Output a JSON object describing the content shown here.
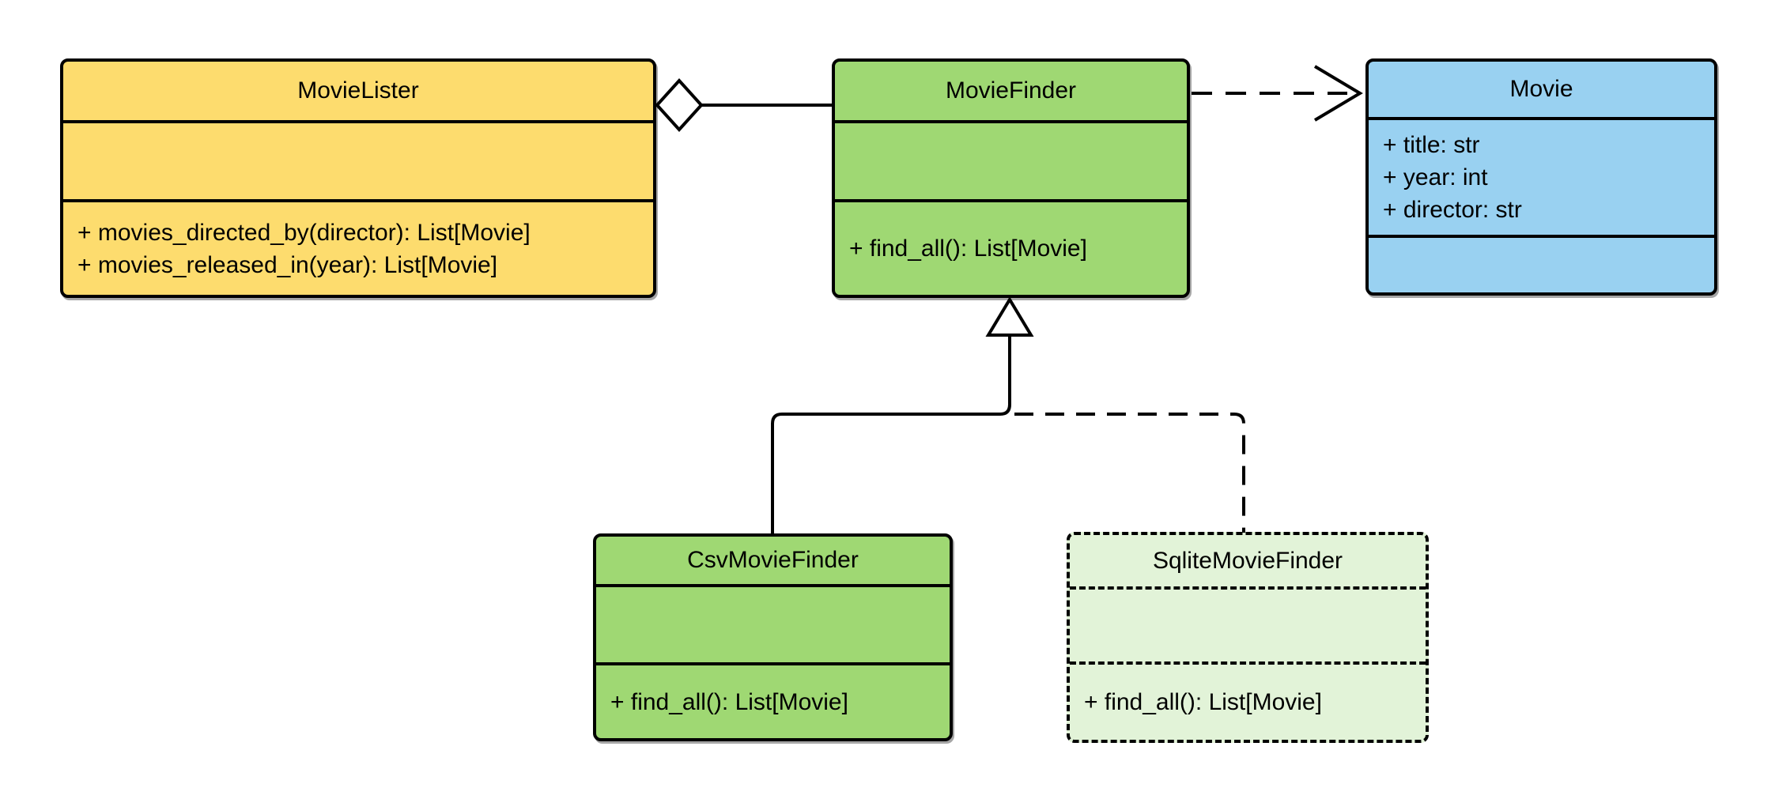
{
  "diagram": {
    "kind": "uml-class-diagram",
    "background_color": "#FFFFFF",
    "stroke_color": "#000000"
  },
  "classes": {
    "movie_lister": {
      "name": "MovieLister",
      "fill": "#FDDC6E",
      "border_style": "solid",
      "attributes": [],
      "methods": [
        "+ movies_directed_by(director): List[Movie]",
        "+ movies_released_in(year): List[Movie]"
      ]
    },
    "movie_finder": {
      "name": "MovieFinder",
      "fill": "#9FD873",
      "border_style": "solid",
      "attributes": [],
      "methods": [
        "+ find_all(): List[Movie]"
      ]
    },
    "movie": {
      "name": "Movie",
      "fill": "#99D1F1",
      "border_style": "solid",
      "attributes": [
        "+ title: str",
        "+ year: int",
        "+ director: str"
      ],
      "methods": []
    },
    "csv_movie_finder": {
      "name": "CsvMovieFinder",
      "fill": "#9FD873",
      "border_style": "solid",
      "attributes": [],
      "methods": [
        "+ find_all(): List[Movie]"
      ]
    },
    "sqlite_movie_finder": {
      "name": "SqliteMovieFinder",
      "fill": "#E2F3D8",
      "border_style": "dashed",
      "attributes": [],
      "methods": [
        "+ find_all(): List[Movie]"
      ]
    }
  },
  "relationships": [
    {
      "type": "aggregation",
      "from": "MovieLister",
      "to": "MovieFinder",
      "line": "solid",
      "marker": "hollow-diamond at MovieLister"
    },
    {
      "type": "dependency",
      "from": "MovieFinder",
      "to": "Movie",
      "line": "dashed",
      "marker": "open-arrow at Movie"
    },
    {
      "type": "generalization",
      "from": "CsvMovieFinder",
      "to": "MovieFinder",
      "line": "solid",
      "marker": "hollow-triangle at MovieFinder"
    },
    {
      "type": "realization",
      "from": "SqliteMovieFinder",
      "to": "MovieFinder",
      "line": "dashed",
      "marker": "hollow-triangle at MovieFinder"
    }
  ]
}
